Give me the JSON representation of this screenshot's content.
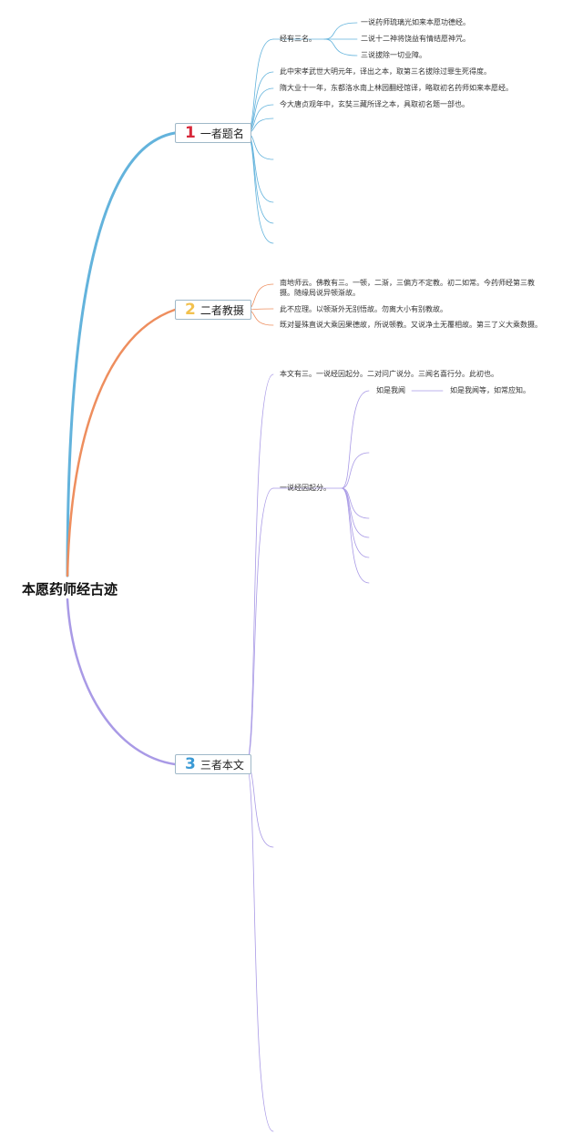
{
  "root": "本愿药师经古迹",
  "colors": {
    "branch1": "#63b3dc",
    "branch2": "#ee8e5e",
    "branch3": "#a99ae6",
    "num1": "#d7283a",
    "num2": "#f2c14e",
    "num3": "#3b9ad5",
    "box_border": "#9fb8c8"
  },
  "branches": [
    {
      "num": "1",
      "label": "一者题名",
      "children": {
        "names": "经有三名。",
        "name_items": [
          "一说药师琉璃光如来本愿功德经。",
          "二说十二神将饶益有情结愿神咒。",
          "三说拔除一切业障。"
        ],
        "texts": [
          "此中宋孝武世大明元年，译出之本，取第三名拔除过罪生死得度。",
          "隋大业十一年，东都洛水南上林园翻经馆译，略取初名药师如来本愿经。",
          "今大唐贞观年中，玄奘三藏所译之本，具取初名题一部也。"
        ]
      }
    },
    {
      "num": "2",
      "label": "二者教摄",
      "children": {
        "texts": [
          "南地师云。佛教有三。一顿，二渐，三偏方不定教。初二如常。今药师经第三教摄。随缘局说异顿渐故。",
          "此不应理。以顿渐外无别悟故。勿离大小有别教故。",
          "既对曼殊直说大乘因果德故，所说顿教。又说净土无覆相故。第三了义大乘数摄。"
        ]
      }
    },
    {
      "num": "3",
      "label": "三者本文",
      "children": {
        "intro": "本文有三。一说经因起分。二对问广说分。三闻名喜行分。此初也。",
        "section": "一说经因起分。",
        "sub": "如是我闻",
        "subsub": "如是我闻等，如常应知。"
      }
    }
  ]
}
